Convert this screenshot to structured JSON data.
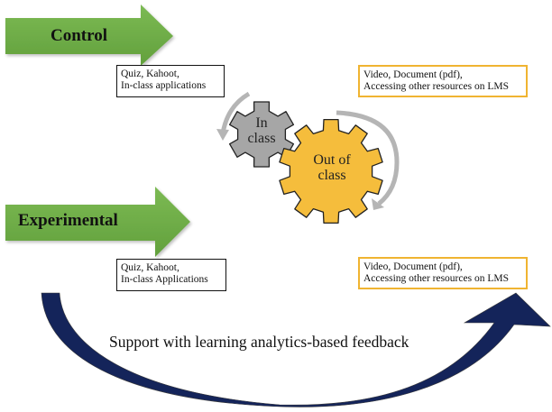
{
  "groups": {
    "control": {
      "label": "Control",
      "in_class_lines": [
        "Quiz, Kahoot,",
        "In-class applications"
      ],
      "out_of_class_lines": [
        "Video, Document (pdf),",
        "Accessing other resources on LMS"
      ]
    },
    "experimental": {
      "label": "Experimental",
      "in_class_lines": [
        "Quiz, Kahoot,",
        "In-class Applications"
      ],
      "out_of_class_lines": [
        "Video, Document (pdf),",
        "Accessing other resources on LMS"
      ]
    }
  },
  "gears": {
    "in_class": {
      "lines": [
        "In",
        "class"
      ],
      "color": "#a6a6a6"
    },
    "out_of_class": {
      "lines": [
        "Out of",
        "class"
      ],
      "color": "#f5bd3c"
    }
  },
  "feedback": {
    "label": "Support with learning analytics-based feedback",
    "color": "#14245a"
  },
  "colors": {
    "group_arrow": "#70ad47",
    "in_class_box_border": "#111111",
    "out_of_class_box_border": "#f0b431",
    "cycle_arrow": "#b5b5b5"
  }
}
